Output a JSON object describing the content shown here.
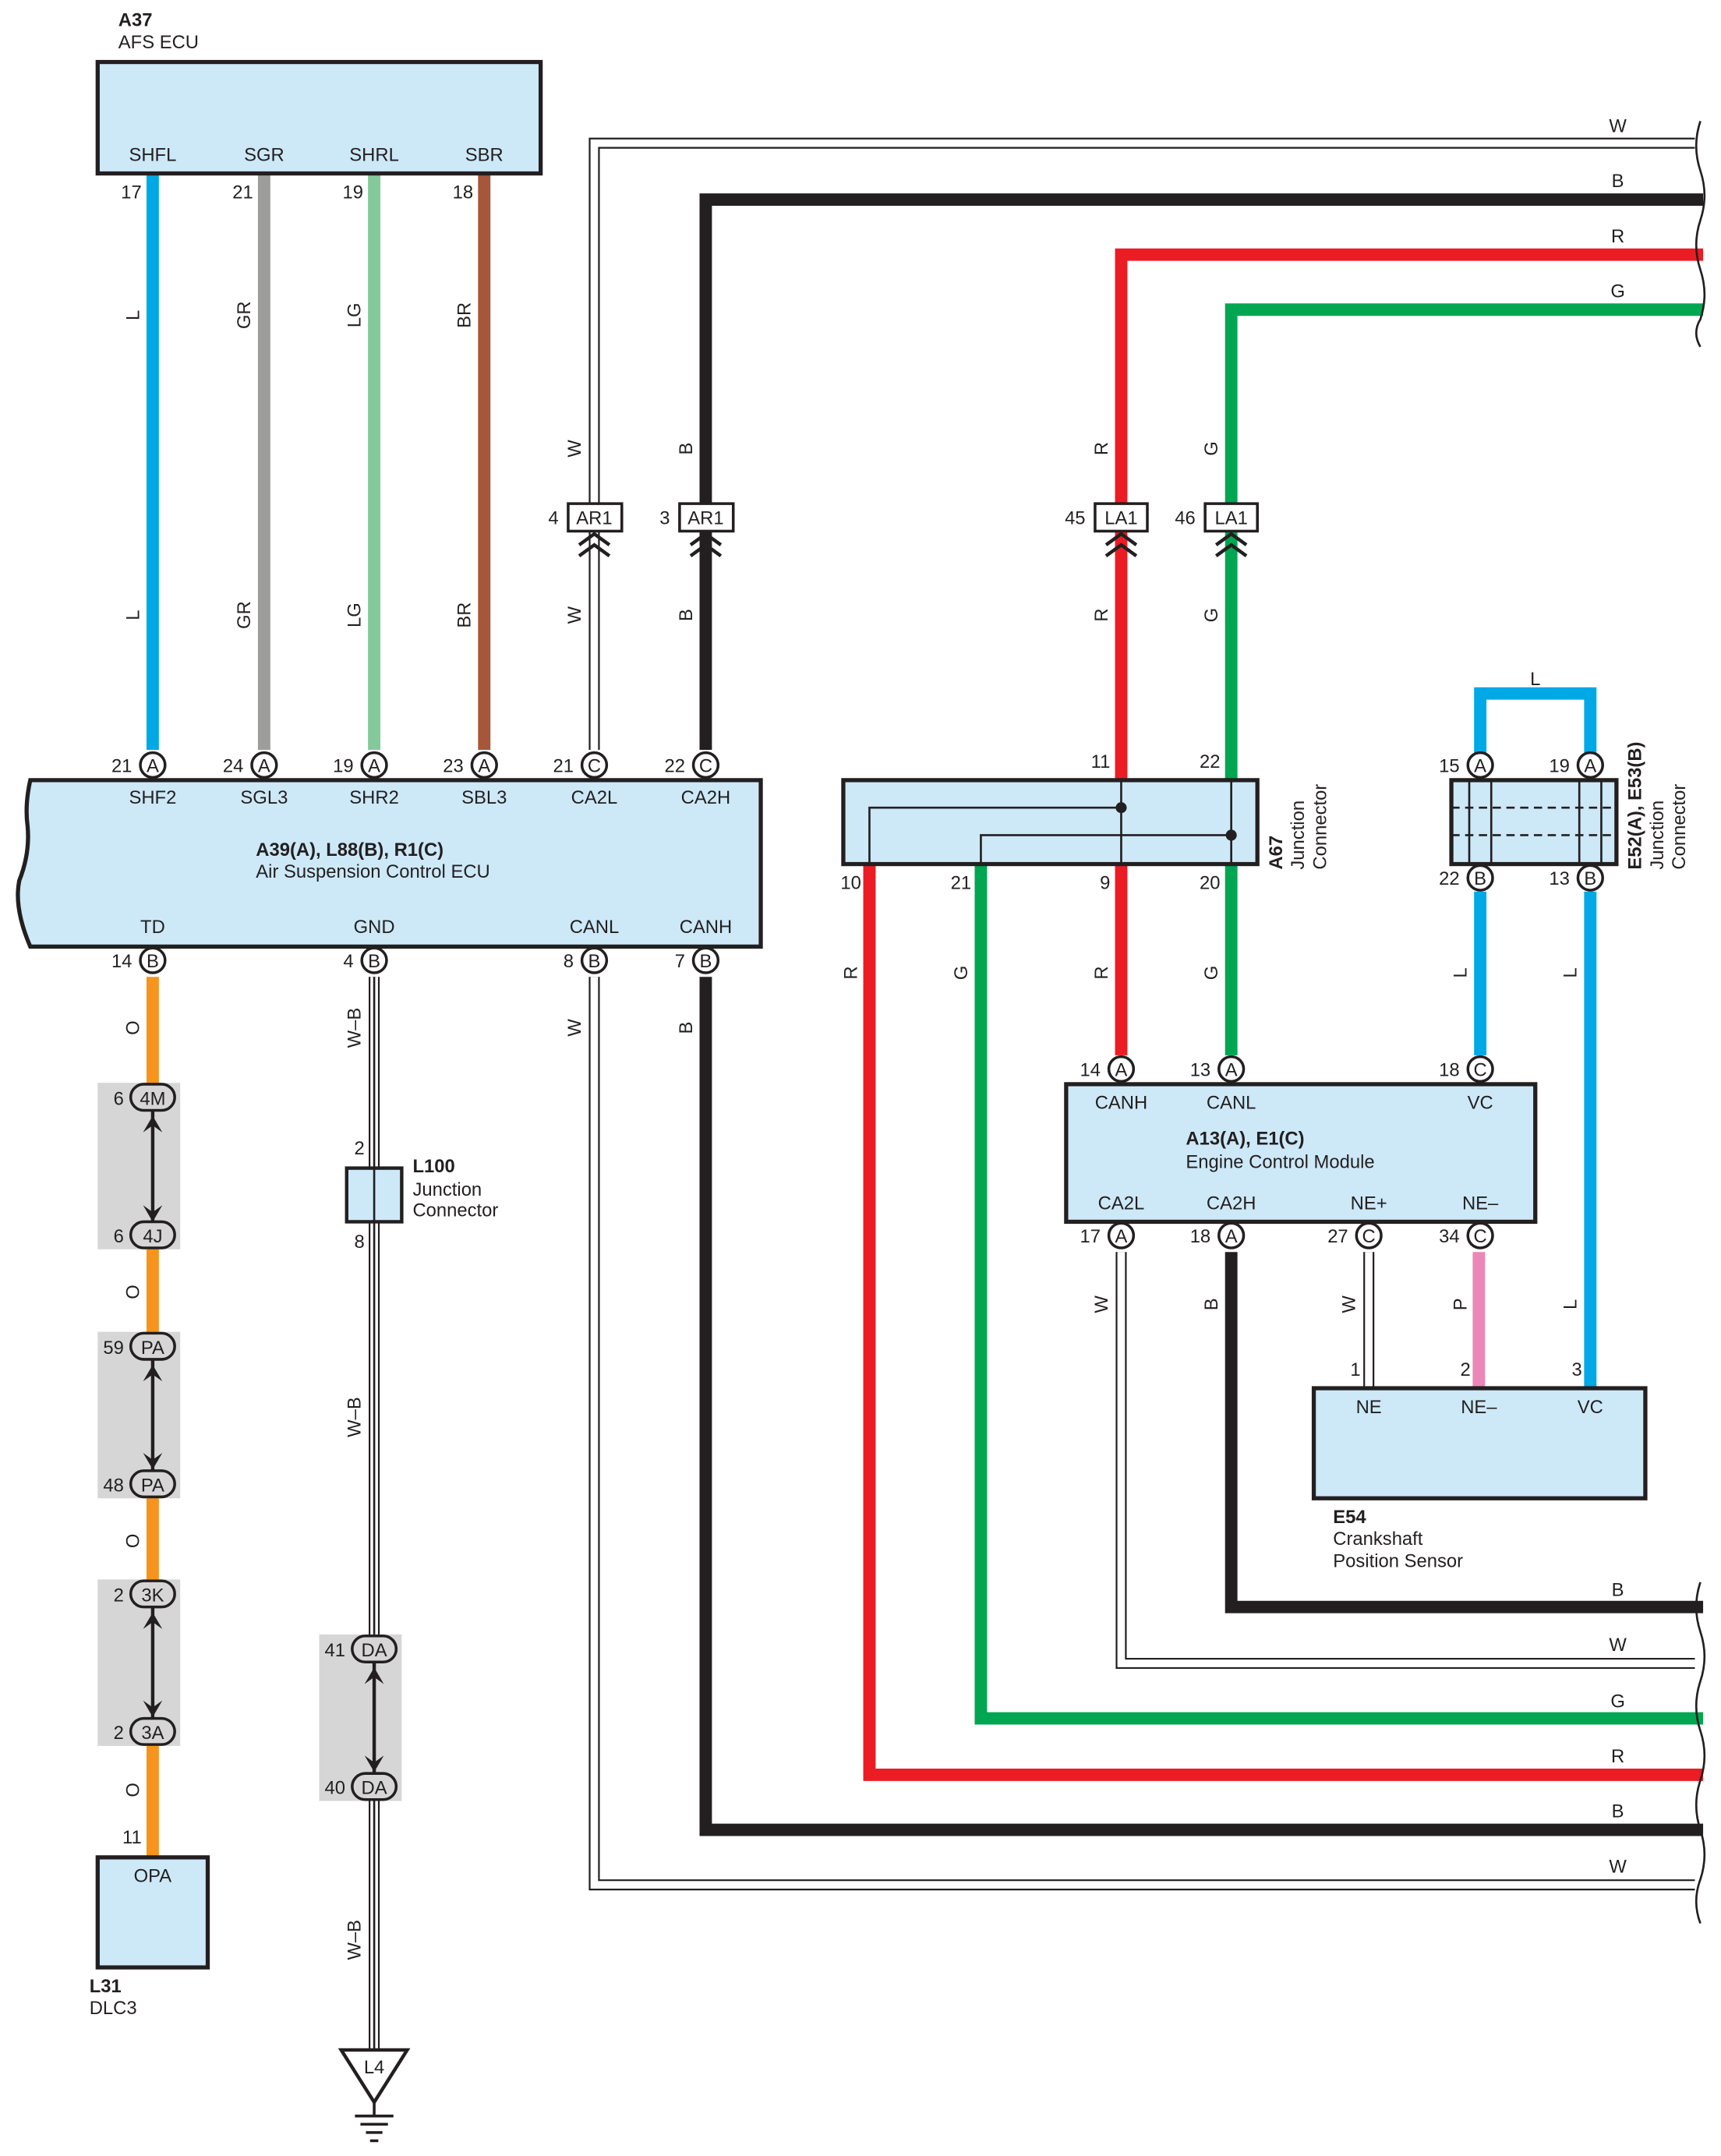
{
  "colors": {
    "L": "#00a9e6",
    "GR": "#9d9d9c",
    "LG": "#84c99a",
    "BR": "#a6573a",
    "W": "#ffffff",
    "B": "#231f20",
    "R": "#ec1c24",
    "G": "#00a651",
    "O": "#f7941d",
    "P": "#ec87b7",
    "WB": "#ffffff",
    "box": "#cde9f8",
    "gray": "#d6d6d6"
  },
  "a37": {
    "code": "A37",
    "name": "AFS ECU",
    "pins": [
      {
        "name": "SHFL",
        "num": "17",
        "wire": "L"
      },
      {
        "name": "SGR",
        "num": "21",
        "wire": "GR"
      },
      {
        "name": "SHRL",
        "num": "19",
        "wire": "LG"
      },
      {
        "name": "SBR",
        "num": "18",
        "wire": "BR"
      }
    ]
  },
  "a39": {
    "code": "A39(A), L88(B), R1(C)",
    "name": "Air Suspension Control ECU",
    "top_pins": [
      {
        "name": "SHF2",
        "num": "21",
        "conn": "A"
      },
      {
        "name": "SGL3",
        "num": "24",
        "conn": "A"
      },
      {
        "name": "SHR2",
        "num": "19",
        "conn": "A"
      },
      {
        "name": "SBL3",
        "num": "23",
        "conn": "A"
      },
      {
        "name": "CA2L",
        "num": "21",
        "conn": "C"
      },
      {
        "name": "CA2H",
        "num": "22",
        "conn": "C"
      }
    ],
    "bottom_pins": [
      {
        "name": "TD",
        "num": "14",
        "conn": "B"
      },
      {
        "name": "GND",
        "num": "4",
        "conn": "B"
      },
      {
        "name": "CANL",
        "num": "8",
        "conn": "B"
      },
      {
        "name": "CANH",
        "num": "7",
        "conn": "B"
      }
    ]
  },
  "ar1": [
    {
      "num": "4",
      "name": "AR1",
      "wire": "W"
    },
    {
      "num": "3",
      "name": "AR1",
      "wire": "B"
    }
  ],
  "la1": [
    {
      "num": "45",
      "name": "LA1",
      "wire": "R"
    },
    {
      "num": "46",
      "name": "LA1",
      "wire": "G"
    }
  ],
  "right_top_wires": [
    "W",
    "B",
    "R",
    "G"
  ],
  "right_bottom_wires": [
    "B",
    "W",
    "G",
    "R",
    "B",
    "W"
  ],
  "a67": {
    "code": "A67",
    "name_line1": "Junction",
    "name_line2": "Connector",
    "top_pins": [
      "11",
      "22"
    ],
    "bottom_pins": [
      "10",
      "21",
      "9",
      "20"
    ]
  },
  "e52": {
    "code": "E52(A), E53(B)",
    "name_line1": "Junction",
    "name_line2": "Connector",
    "top_pins": [
      {
        "num": "15",
        "conn": "A"
      },
      {
        "num": "19",
        "conn": "A"
      }
    ],
    "bottom_pins": [
      {
        "num": "22",
        "conn": "B"
      },
      {
        "num": "13",
        "conn": "B"
      }
    ],
    "loop_wire": "L"
  },
  "ecm": {
    "code": "A13(A), E1(C)",
    "name": "Engine Control Module",
    "top_pins": [
      {
        "name": "CANH",
        "num": "14",
        "conn": "A"
      },
      {
        "name": "CANL",
        "num": "13",
        "conn": "A"
      },
      {
        "name": "VC",
        "num": "18",
        "conn": "C"
      }
    ],
    "bottom_pins": [
      {
        "name": "CA2L",
        "num": "17",
        "conn": "A"
      },
      {
        "name": "CA2H",
        "num": "18",
        "conn": "A"
      },
      {
        "name": "NE+",
        "num": "27",
        "conn": "C"
      },
      {
        "name": "NE–",
        "num": "34",
        "conn": "C"
      }
    ]
  },
  "e54": {
    "code": "E54",
    "name_line1": "Crankshaft",
    "name_line2": "Position Sensor",
    "pins": [
      {
        "name": "NE",
        "num": "1"
      },
      {
        "name": "NE–",
        "num": "2"
      },
      {
        "name": "VC",
        "num": "3"
      }
    ]
  },
  "l100": {
    "code": "L100",
    "name_line1": "Junction",
    "name_line2": "Connector",
    "top_pin": "2",
    "bottom_pin": "8"
  },
  "l31": {
    "code": "L31",
    "name": "DLC3",
    "pin": "OPA",
    "num": "11"
  },
  "td_chain": [
    {
      "top_num": "6",
      "top": "4M",
      "bot_num": "6",
      "bot": "4J"
    },
    {
      "top_num": "59",
      "top": "PA",
      "bot_num": "48",
      "bot": "PA"
    },
    {
      "top_num": "2",
      "top": "3K",
      "bot_num": "2",
      "bot": "3A"
    }
  ],
  "da": {
    "top_num": "41",
    "top": "DA",
    "bot_num": "40",
    "bot": "DA"
  },
  "ground": {
    "name": "L4"
  },
  "wire_labels": {
    "L": "L",
    "GR": "GR",
    "LG": "LG",
    "BR": "BR",
    "W": "W",
    "B": "B",
    "R": "R",
    "G": "G",
    "O": "O",
    "P": "P",
    "WB": "W–B"
  }
}
